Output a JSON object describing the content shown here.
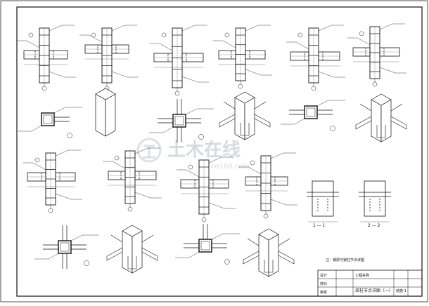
{
  "watermark": {
    "brand": "土木在线",
    "site": "co188.com"
  },
  "section_marks": {
    "cut_a": "1 — 1",
    "cut_b": "2 — 2"
  },
  "title_block": {
    "drawing_title": "梁柱节点详图（一）",
    "sheet_no": "结施-1",
    "row_labels": [
      "设计",
      "校对",
      "审核"
    ],
    "project_label": "工程名称"
  },
  "note_caption": "注：钢梁与钢柱节点详图"
}
